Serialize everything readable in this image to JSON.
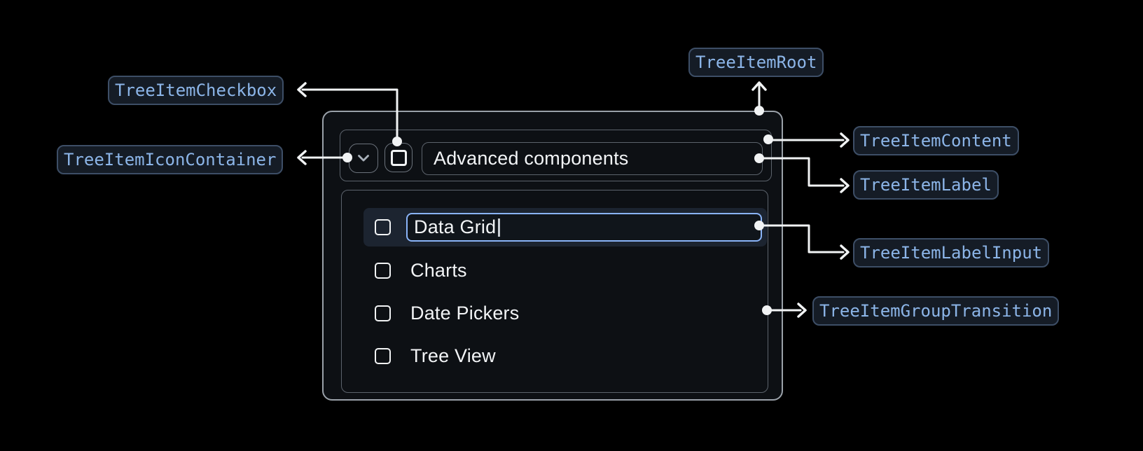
{
  "tree": {
    "parent_label": "Advanced components",
    "items": [
      {
        "label": "Data Grid",
        "state": "editing"
      },
      {
        "label": "Charts",
        "state": "default"
      },
      {
        "label": "Date Pickers",
        "state": "default"
      },
      {
        "label": "Tree View",
        "state": "default"
      }
    ]
  },
  "annotations": {
    "root": "TreeItemRoot",
    "checkbox": "TreeItemCheckbox",
    "icon_container": "TreeItemIconContainer",
    "content": "TreeItemContent",
    "label": "TreeItemLabel",
    "label_input": "TreeItemLabelInput",
    "group_transition": "TreeItemGroupTransition"
  },
  "colors": {
    "background": "#000000",
    "card_background": "#0d1014",
    "card_border": "#9aa1a9",
    "container_border": "#5c636c",
    "row_highlight": "#1c2430",
    "input_border": "#8ab4f8",
    "annotation_text": "#8cb5e8",
    "annotation_border": "#3d4e66",
    "annotation_background": "#151c26",
    "arrow": "#f1f3f4",
    "text": "#f2f4f6"
  }
}
